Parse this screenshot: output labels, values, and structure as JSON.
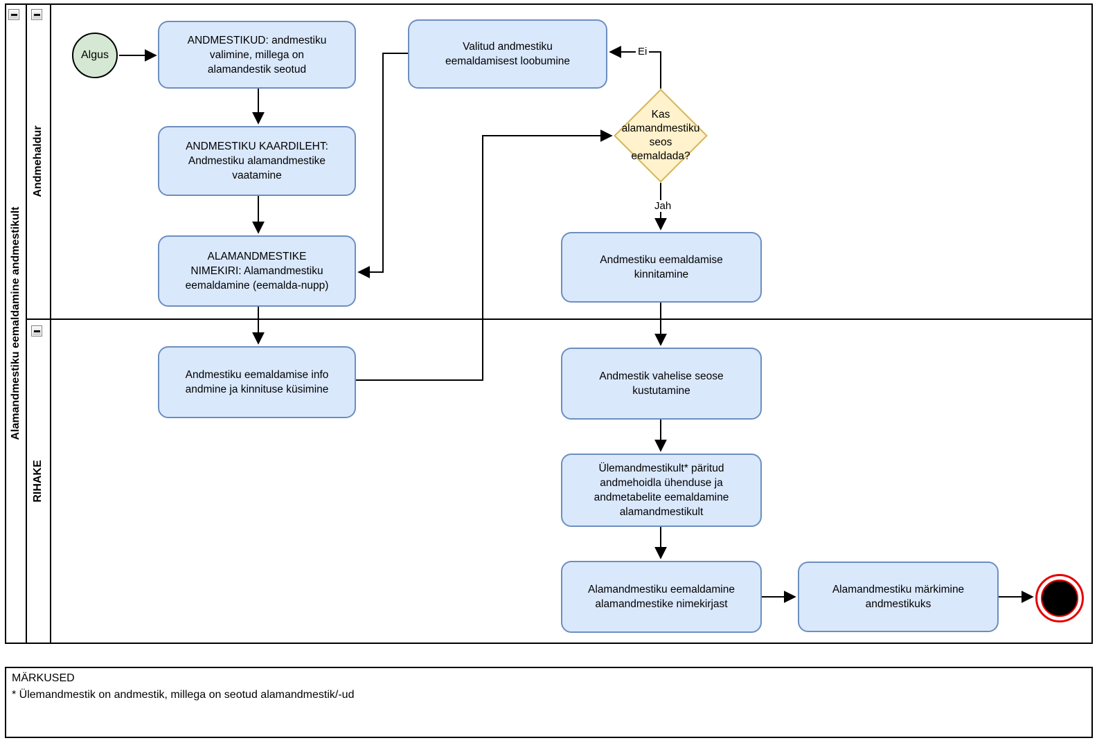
{
  "pool": {
    "title": "Alamandmestiku eemaldamine andmestikult",
    "lanes": [
      {
        "label": "Andmehaldur"
      },
      {
        "label": "RIHAKE"
      }
    ]
  },
  "nodes": {
    "start": {
      "label": "Algus"
    },
    "task_andmestikud": {
      "label": "ANDMESTIKUD: andmestiku\nvalimine, millega on\nalamandestik seotud"
    },
    "task_kaardileht": {
      "label": "ANDMESTIKU KAARDILEHT:\nAndmestiku alamandmestike\nvaatamine"
    },
    "task_nimekiri": {
      "label": "ALAMANDMESTIKE\nNIMEKIRI: Alamandmestiku\neemaldamine (eemalda-nupp)"
    },
    "task_loobumine": {
      "label": "Valitud andmestiku\neemaldamisest loobumine"
    },
    "gateway_seos": {
      "label": "Kas\nalamandmestiku\nseos\neemaldada?"
    },
    "task_kinnitamine": {
      "label": "Andmestiku eemaldamise\nkinnitamine"
    },
    "task_info": {
      "label": "Andmestiku eemaldamise info\nandmine ja kinnituse küsimine"
    },
    "task_kustutamine": {
      "label": "Andmestik vahelise seose\nkustutamine"
    },
    "task_paritud": {
      "label": "Ülemandmestikult* päritud\nandmehoidla ühenduse ja\nandmetabelite eemaldamine\nalamandmestikult"
    },
    "task_nimekirjast": {
      "label": "Alamandmestiku eemaldamine\nalamandmestike nimekirjast"
    },
    "task_markimine": {
      "label": "Alamandmestiku märkimine\nandmestikuks"
    }
  },
  "edge_labels": {
    "no": "Ei",
    "yes": "Jah"
  },
  "notes": {
    "title": "MÄRKUSED",
    "body": "* Ülemandmestik on andmestik, millega on seotud alamandmestik/-ud"
  },
  "colors": {
    "task-fill": "#dae8fc",
    "task-stroke": "#6c8ebf",
    "gateway-fill": "#fff2cc",
    "gateway-stroke": "#d6b656",
    "start-fill": "#d5e8d4",
    "end-red": "#e60000",
    "line": "#000000",
    "text": "#000000"
  }
}
